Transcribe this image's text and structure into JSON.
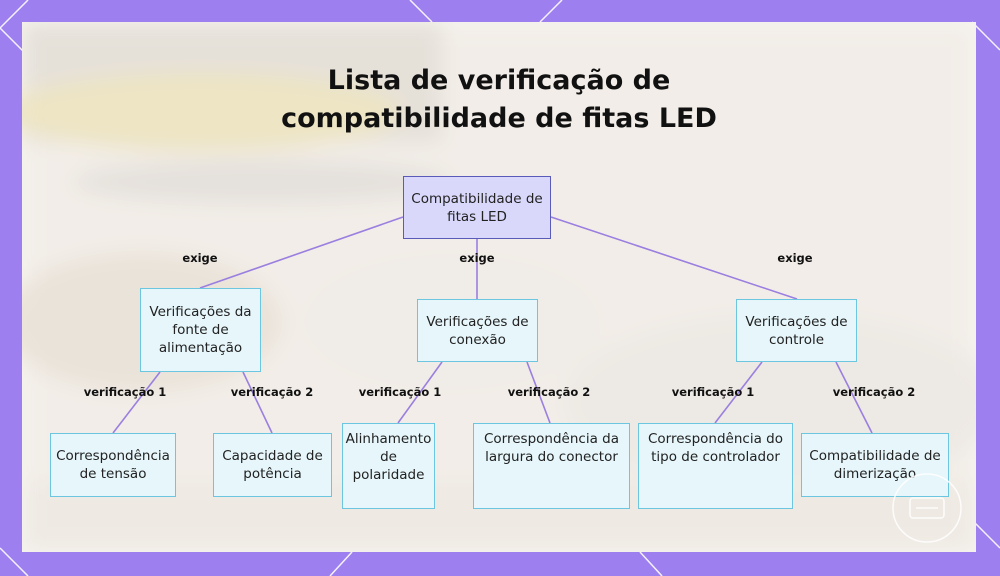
{
  "title": {
    "line1": "Lista de verificação de",
    "line2": "compatibilidade de fitas LED"
  },
  "nodes": {
    "root": "Compatibilidade de fitas LED",
    "power": "Verificações da fonte de alimentação",
    "connection": "Verificações de conexão",
    "control": "Verificações de controle",
    "voltage": "Correspondência de tensão",
    "capacity": "Capacidade de potência",
    "polarity": "Alinhamento de polaridade",
    "width": "Correspondência da largura do conector",
    "controller": "Correspondência do tipo de controlador",
    "dimming": "Compatibilidade de dimerização"
  },
  "edge_labels": {
    "requires": "exige",
    "check1": "verificação 1",
    "check2": "verificação 2"
  },
  "colors": {
    "frame": "#9d7ff0",
    "root_fill": "#d9d8fb",
    "root_border": "#5a5ab8",
    "node_fill": "#e6f6fb",
    "node_border": "#6cc6e0",
    "edge": "#9a7fe0"
  }
}
